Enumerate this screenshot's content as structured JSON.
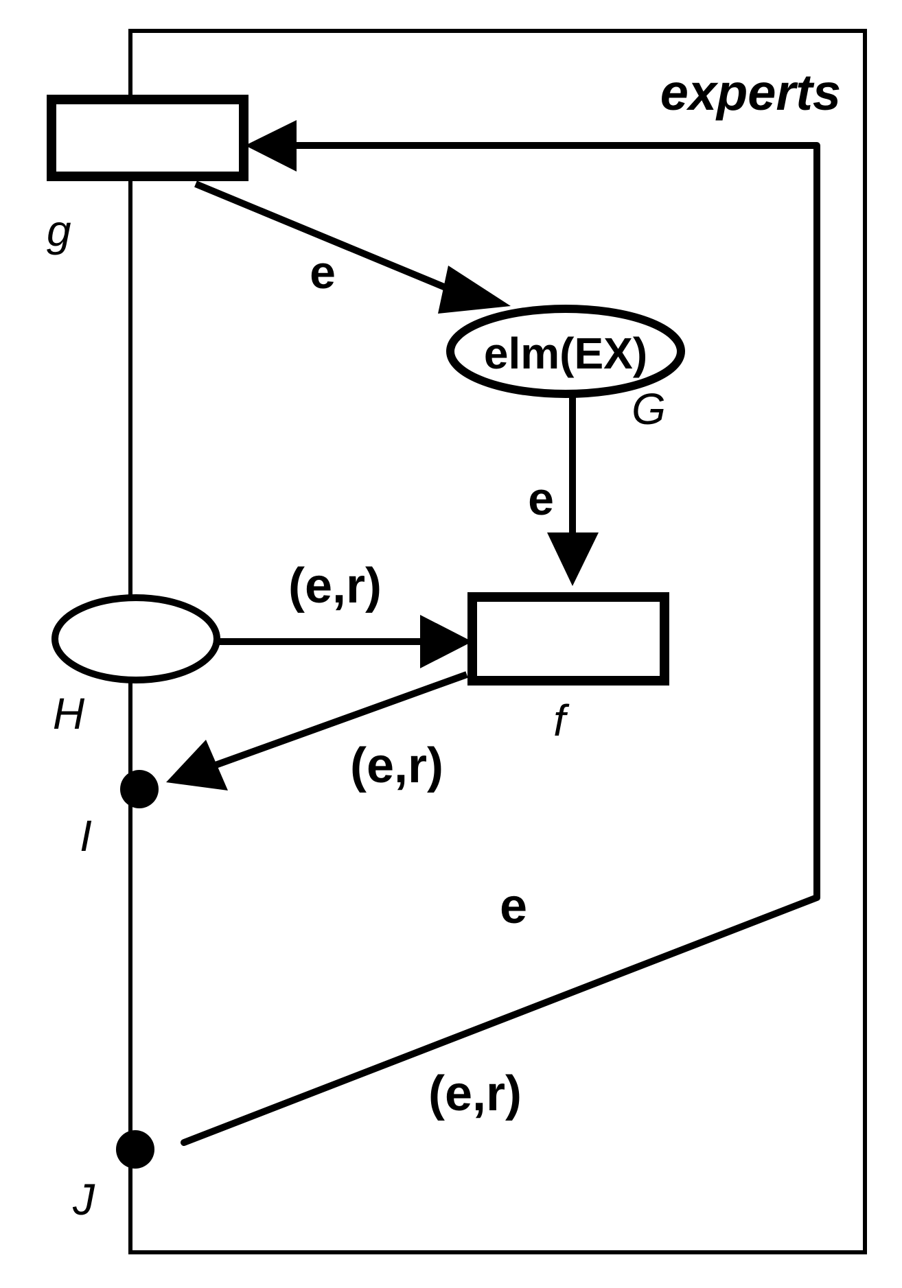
{
  "diagram": {
    "title": "experts",
    "nodes": {
      "g": {
        "label": "g",
        "shape": "rectangle"
      },
      "G": {
        "label": "G",
        "shape": "ellipse",
        "text": "elm(EX)"
      },
      "f": {
        "label": "f",
        "shape": "rectangle"
      },
      "H": {
        "label": "H",
        "shape": "ellipse"
      },
      "I": {
        "label": "I",
        "shape": "dot"
      },
      "J": {
        "label": "J",
        "shape": "dot"
      }
    },
    "edges": {
      "g_to_G": {
        "from": "g",
        "to": "G",
        "label": "e"
      },
      "G_to_f": {
        "from": "G",
        "to": "f",
        "label": "e"
      },
      "H_to_f": {
        "from": "H",
        "to": "f",
        "label": "(e,r)"
      },
      "f_to_I": {
        "from": "f",
        "to": "I",
        "label": "(e,r)"
      },
      "J_to_g": {
        "from": "J",
        "to": "g",
        "label_upper": "e",
        "label_lower": "(e,r)"
      }
    },
    "colors": {
      "ink": "#000000",
      "background": "#ffffff"
    }
  }
}
